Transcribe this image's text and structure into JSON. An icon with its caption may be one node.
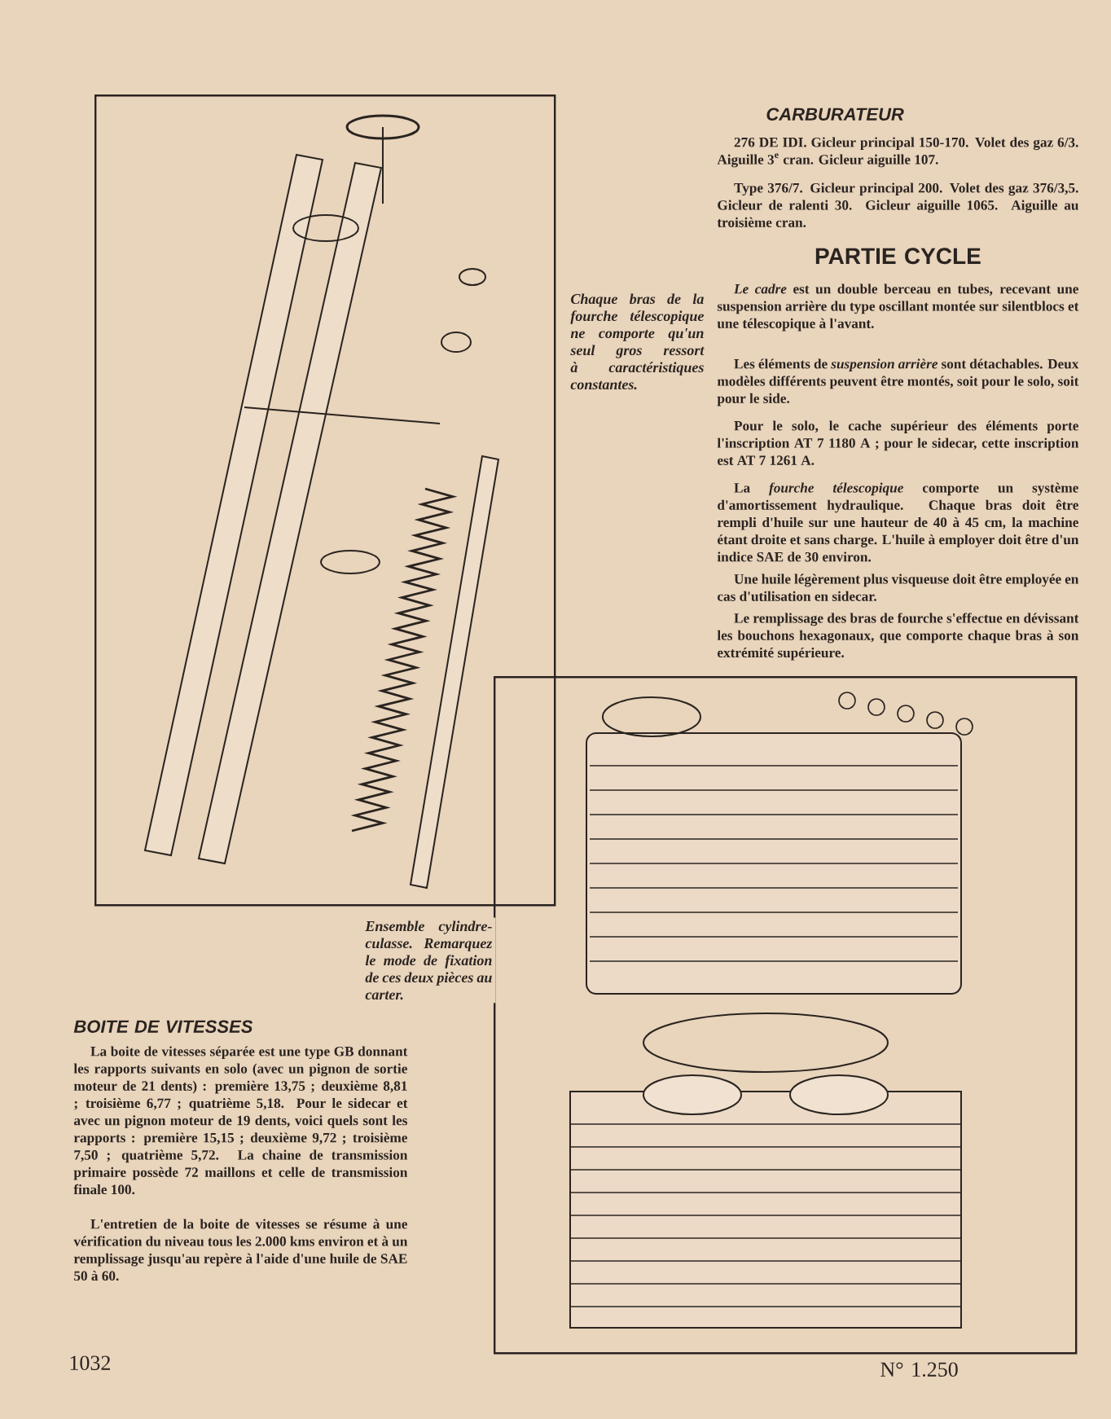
{
  "diagram": {
    "nodes": [
      {
        "text": [],
        "shape": "picture",
        "beside": [
          "Chaque bras de la fourche télescopique ne comporte qu'un seul gros ressort à caractéristiques constantes."
        ]
      },
      {
        "text": [],
        "shape": "picture",
        "beside": [
          "Ensemble cylindre-culasse. Remarquez le mode de fixation de ces deux pièces au carter."
        ]
      }
    ],
    "labels": [
      "CARBURATEUR",
      "276 DE IDI. Gicleur principal 150-170. Volet des gaz 6/3. Aiguille 3$^{e}$ cran. Gicleur aiguille 107.",
      "Type 376/7. Gicleur principal 200. Volet des gaz 376/3,5. Gicleur de ralenti 30. Gicleur aiguille 1065. Aiguille au troisième cran.",
      "PARTIE CYCLE",
      "*Le cadre* est un double berceau en tubes, recevant une suspension arrière du type oscillant montée sur silentblocs et une télescopique à l'avant.",
      "Les éléments de *suspension arrière* sont détachables. Deux modèles différents peuvent être montés, soit pour le solo, soit pour le side.",
      "Pour le solo, le cache supérieur des éléments porte l'inscription AT 7 1180 A ; pour le sidecar, cette inscription est AT 7 1261 A.",
      "La *fourche télescopique* comporte un système d'amortissement hydraulique. Chaque bras doit être rempli d'huile sur une hauteur de 40 à 45 cm, la machine étant droite et sans charge. L'huile à employer doit être d'un indice SAE de 30 environ.",
      "Une huile légèrement plus visqueuse doit être employée en cas d'utilisation en sidecar.",
      "Le remplissage des bras de fourche s'effectue en dévissant les bouchons hexagonaux, que comporte chaque bras à son extrémité supérieure.",
      "BOITE DE VITESSES",
      "La boite de vitesses séparée est une type GB donnant les rapports suivants en solo (avec un pignon de sortie moteur de 21 dents) : première 13,75 ; deuxième 8,81 ; troisième 6,77 ; quatrième 5,18. Pour le sidecar et avec un pignon moteur de 19 dents, voici quels sont les rapports : première 15,15 ; deuxième 9,72 ; troisième 7,50 ; quatrième 5,72. La chaine de transmission primaire possède 72 maillons et celle de transmission finale 100.",
      "L'entretien de la boite de vitesses se résume à une vérification du niveau tous les 2.000 kms environ et à un remplissage jusqu'au repère à l'aide d'une huile de SAE 50 à 60.",
      "1032",
      "N° 1.250"
    ]
  }
}
